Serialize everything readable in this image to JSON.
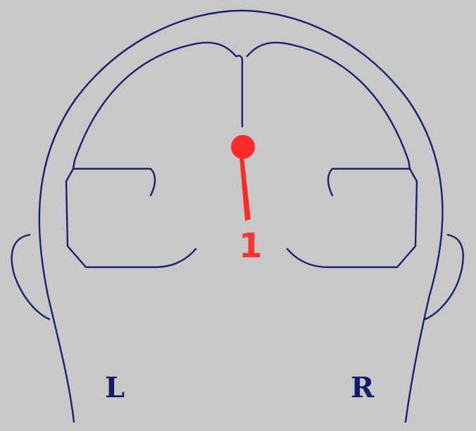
{
  "labels": {
    "left": "L",
    "right": "R",
    "electrode_number": "1"
  },
  "colors": {
    "background": "#c8c8c8",
    "outline": "#1a1f6e",
    "electrode": "#ff2a2a"
  }
}
